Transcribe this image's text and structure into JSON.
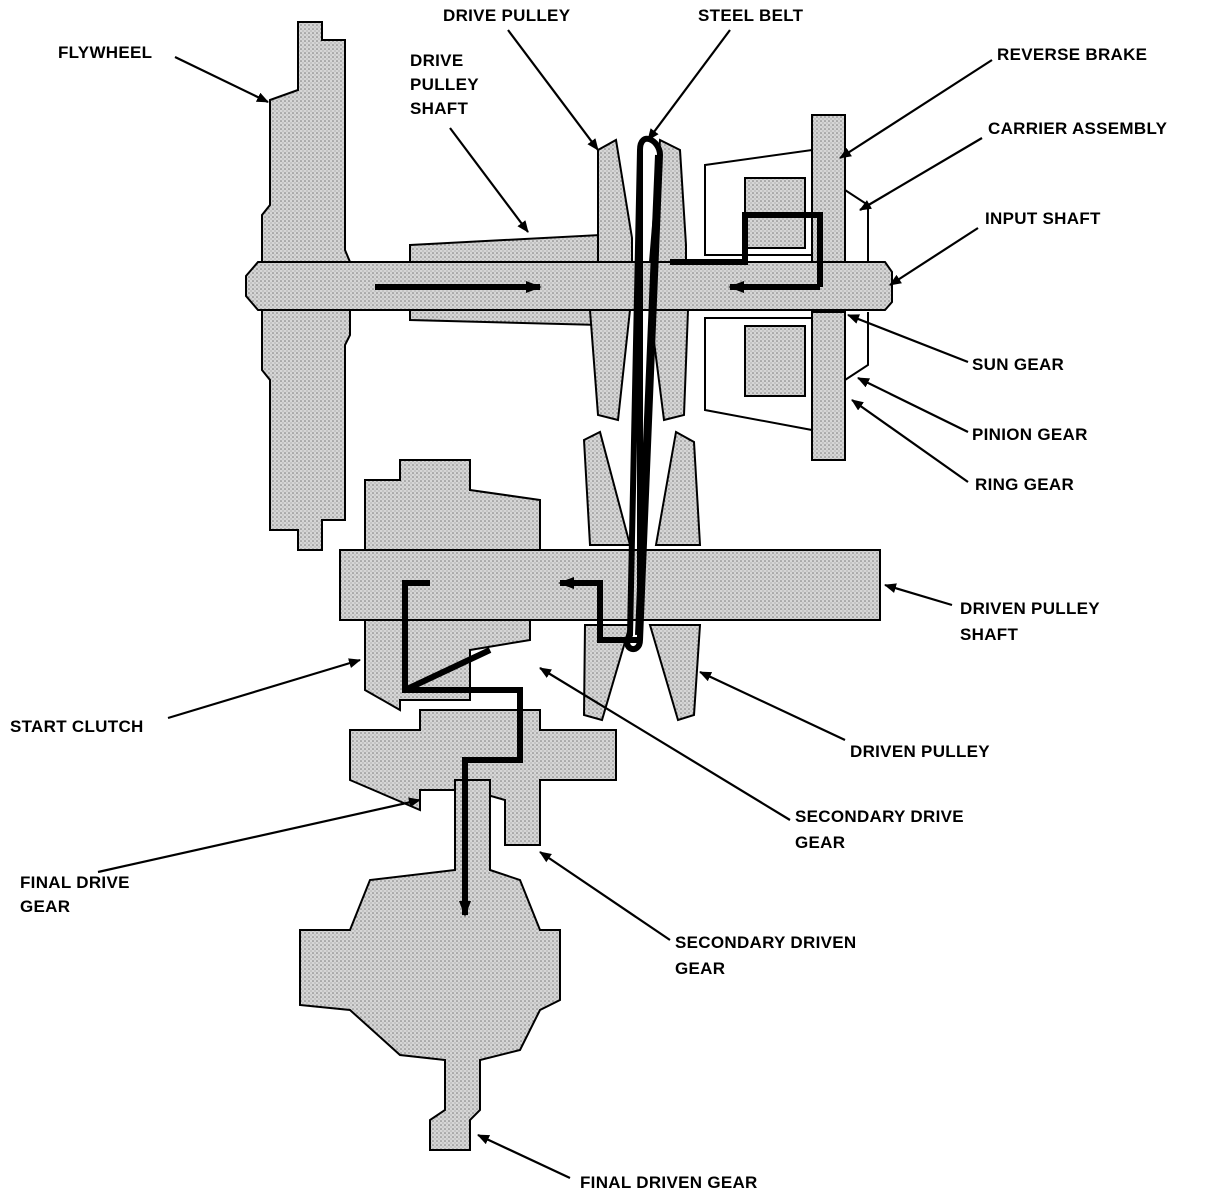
{
  "colors": {
    "part_fill": "#c9c9c9",
    "line": "#000000",
    "background": "#ffffff"
  },
  "labels": {
    "flywheel": "FLYWHEEL",
    "drive_pulley": "DRIVE PULLEY",
    "steel_belt": "STEEL BELT",
    "drive_pulley_shaft": [
      "DRIVE",
      "PULLEY",
      "SHAFT"
    ],
    "reverse_brake": "REVERSE BRAKE",
    "carrier_assembly": "CARRIER ASSEMBLY",
    "input_shaft": "INPUT SHAFT",
    "sun_gear": "SUN GEAR",
    "pinion_gear": "PINION GEAR",
    "ring_gear": "RING GEAR",
    "driven_pulley_shaft": [
      "DRIVEN PULLEY",
      "SHAFT"
    ],
    "start_clutch": "START CLUTCH",
    "driven_pulley": "DRIVEN PULLEY",
    "secondary_drive_gear": [
      "SECONDARY DRIVE",
      "GEAR"
    ],
    "final_drive_gear": [
      "FINAL DRIVE",
      "GEAR"
    ],
    "secondary_driven_gear": [
      "SECONDARY DRIVEN",
      "GEAR"
    ],
    "final_driven_gear": "FINAL DRIVEN GEAR"
  }
}
